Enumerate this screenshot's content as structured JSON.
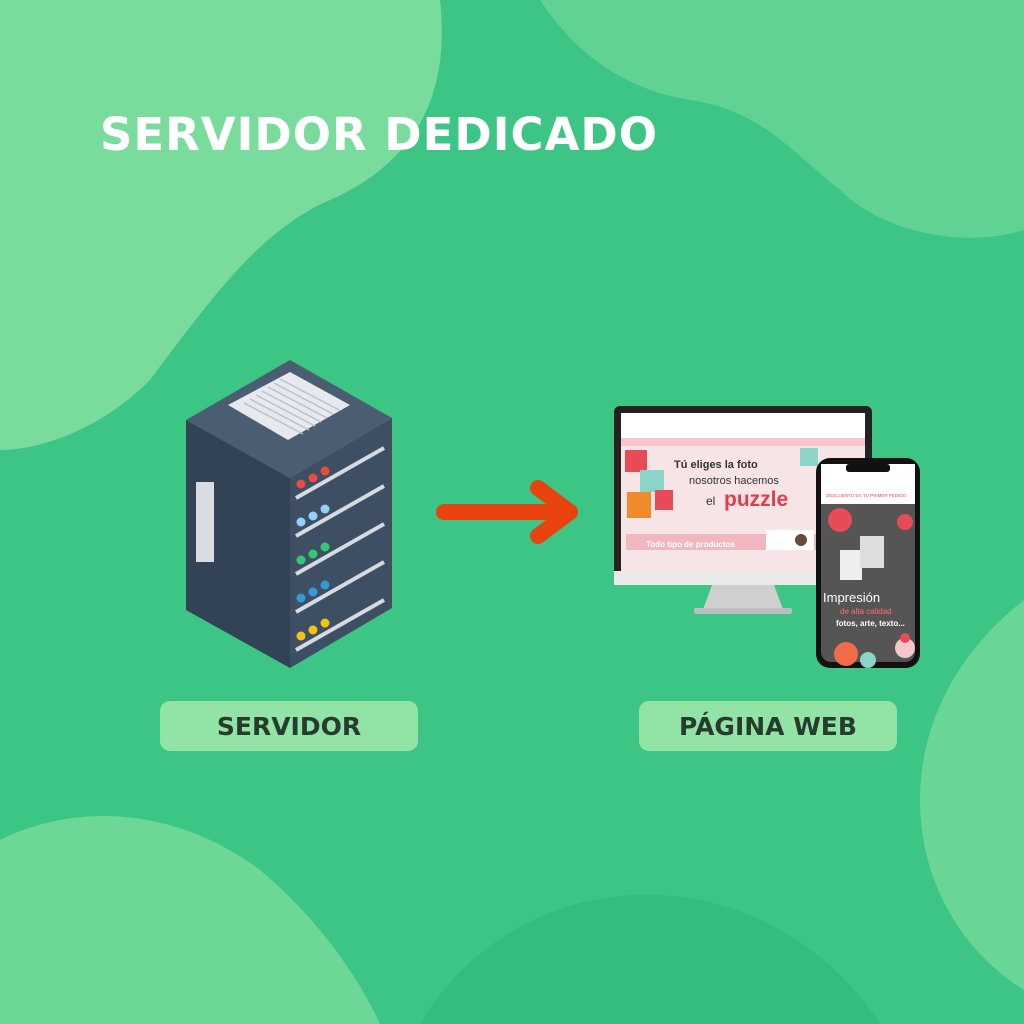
{
  "title": "SERVIDOR DEDICADO",
  "labels": {
    "server": "SERVIDOR",
    "web": "PÁGINA WEB"
  },
  "colors": {
    "background": "#3cc585",
    "blob_light": "#8ee3a5",
    "pill": "#92e3a6",
    "arrow": "#e8420f",
    "server_body": "#3a4a5c",
    "server_light": "#e4e8ec"
  },
  "desktop_site": {
    "banner_line1": "Tú eliges la foto",
    "banner_line2": "nosotros hacemos",
    "banner_el": "el",
    "banner_puzzle": "puzzle",
    "footer_text": "Todo tipo de productos"
  },
  "mobile_site": {
    "promo": "DESCUENTO EN TU PRIMER PEDIDO",
    "heading": "Impresión",
    "subheading": "de alta calidad",
    "items": "fotos, arte, texto..."
  },
  "icons": [
    "server-rack-icon",
    "arrow-right-icon",
    "desktop-monitor-icon",
    "smartphone-icon"
  ]
}
